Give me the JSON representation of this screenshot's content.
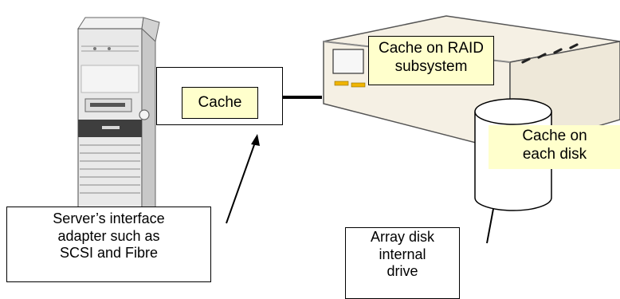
{
  "labels": {
    "adapter_cache": "Cache",
    "raid_cache_line1": "Cache on RAID",
    "raid_cache_line2": "subsystem",
    "disk_cache_line1": "Cache on",
    "disk_cache_line2": "each disk",
    "adapter_line1": "Server’s interface",
    "adapter_line2": "adapter such as",
    "adapter_line3": "SCSI and Fibre",
    "array_line1": "Array disk",
    "array_line2": "internal",
    "array_line3": "drive"
  },
  "colors": {
    "cache_fill": "#ffffcc",
    "raid_fill": "#f5f0e4",
    "server_fill": "#e9e9e9",
    "led": "#f0b400",
    "outline": "#000000"
  },
  "icons": {
    "server": "tower-server-icon",
    "raid": "raid-enclosure-icon",
    "disk": "disk-cylinder-icon"
  }
}
